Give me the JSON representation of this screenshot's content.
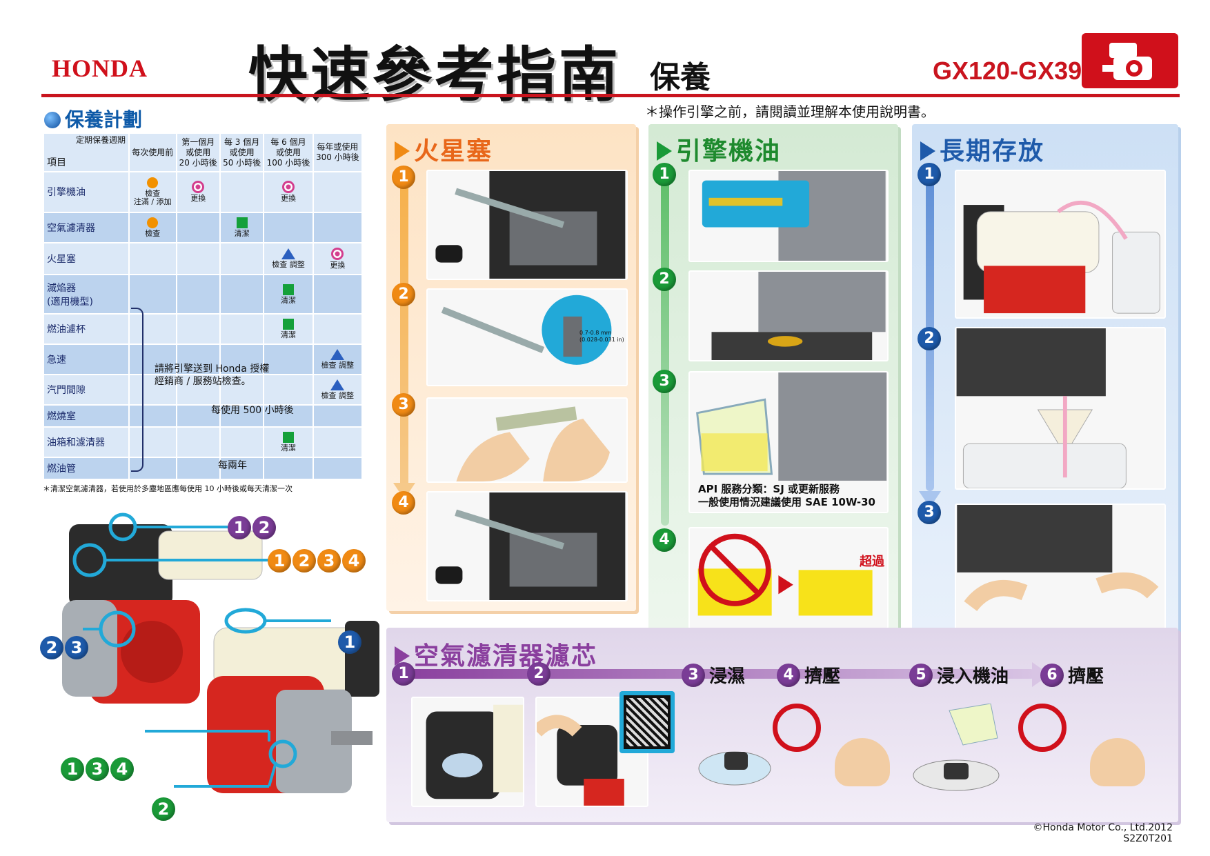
{
  "header": {
    "brand": "HONDA",
    "title": "快速參考指南",
    "subtitle": "保養",
    "model": "GX120-GX390",
    "notice": "＊操作引擎之前，請閱讀並理解本使用說明書。"
  },
  "plan": {
    "title": "保養計劃",
    "corner_top": "定期保養週期",
    "corner_bottom": "項目",
    "columns": [
      "每次使用前",
      "第一個月\n或使用\n20 小時後",
      "每 3 個月\n或使用\n50 小時後",
      "每 6 個月\n或使用\n100 小時後",
      "每年或使用\n300 小時後"
    ],
    "rows": [
      {
        "item": "引擎機油",
        "cells": [
          {
            "sym": "dot",
            "act": "檢查\n注滿 / 添加"
          },
          {
            "sym": "ring",
            "act": "更換"
          },
          {},
          {
            "sym": "ring",
            "act": "更換"
          },
          {}
        ]
      },
      {
        "item": "空氣濾清器",
        "cells": [
          {
            "sym": "dot",
            "act": "檢查"
          },
          {},
          {
            "sym": "sq",
            "act": "清潔"
          },
          {},
          {}
        ]
      },
      {
        "item": "火星塞",
        "cells": [
          {},
          {},
          {},
          {
            "sym": "tri",
            "act": "檢查 調整"
          },
          {
            "sym": "ring",
            "act": "更換"
          }
        ]
      },
      {
        "item": "滅焰器\n(適用機型)",
        "cells": [
          {},
          {},
          {},
          {
            "sym": "sq",
            "act": "清潔"
          },
          {}
        ]
      },
      {
        "item": "燃油濾杯",
        "cells": [
          {},
          {},
          {},
          {
            "sym": "sq",
            "act": "清潔"
          },
          {}
        ]
      },
      {
        "item": "急速",
        "cells": [
          {},
          {},
          {},
          {},
          {
            "sym": "tri",
            "act": "檢查 調整"
          }
        ]
      },
      {
        "item": "汽門間隙",
        "cells": [
          {},
          {},
          {},
          {},
          {
            "sym": "tri",
            "act": "檢查 調整"
          }
        ]
      },
      {
        "item": "燃燒室",
        "cells": [
          {},
          {},
          {},
          {},
          {}
        ]
      },
      {
        "item": "油箱和濾清器",
        "cells": [
          {},
          {},
          {},
          {
            "sym": "sq",
            "act": "清潔"
          },
          {}
        ]
      },
      {
        "item": "燃油管",
        "cells": [
          {},
          {},
          {},
          {},
          {}
        ]
      }
    ],
    "dealer_note": "請將引擎送到 Honda 授權\n經銷商 / 服務站檢查。",
    "every500": "每使用 500 小時後",
    "every2yr": "每兩年",
    "footnote": "＊清潔空氣濾清器，若使用於多塵地區應每使用 10 小時後或每天清潔一次"
  },
  "callouts": {
    "top": [
      "1",
      "2"
    ],
    "mid": [
      "1",
      "2",
      "3",
      "4"
    ],
    "left": [
      "2",
      "3"
    ],
    "right": [
      "1"
    ],
    "lower": [
      "1",
      "3",
      "4"
    ],
    "bottom": [
      "2"
    ]
  },
  "spark": {
    "title": "火星塞",
    "steps": [
      "1",
      "2",
      "3",
      "4"
    ],
    "gap_label": "0.7-0.8 mm\n(0.028-0.031 in)"
  },
  "oil": {
    "title": "引擎機油",
    "steps": [
      "1",
      "2",
      "3",
      "4"
    ],
    "spec": "API 服務分類：SJ 或更新服務\n一般使用情況建議使用 SAE 10W-30",
    "over": "超過"
  },
  "storage": {
    "title": "長期存放",
    "steps": [
      "1",
      "2",
      "3"
    ]
  },
  "air": {
    "title": "空氣濾清器濾芯",
    "steps": [
      {
        "n": "1",
        "label": ""
      },
      {
        "n": "2",
        "label": ""
      },
      {
        "n": "3",
        "label": "浸濕"
      },
      {
        "n": "4",
        "label": "擠壓"
      },
      {
        "n": "5",
        "label": "浸入機油"
      },
      {
        "n": "6",
        "label": "擠壓"
      }
    ]
  },
  "footer": {
    "copyright": "©Honda Motor Co., Ltd.2012",
    "code": "S2Z0T201"
  }
}
